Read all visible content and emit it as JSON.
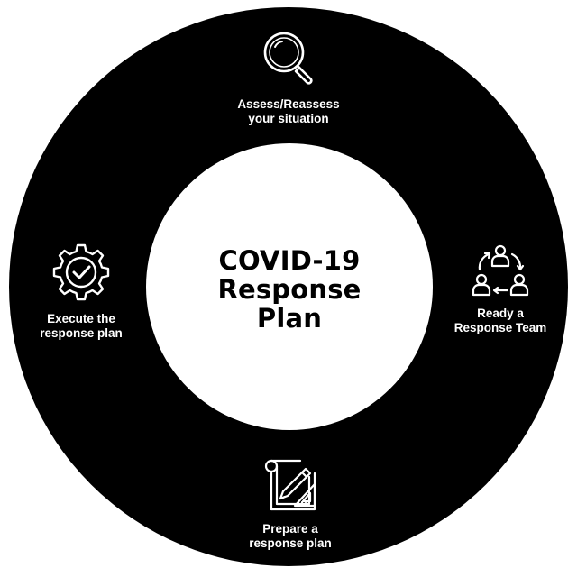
{
  "center": {
    "line1": "COVID-19",
    "line2": "Response",
    "line3": "Plan"
  },
  "steps": {
    "assess": {
      "icon": "magnifier-icon",
      "line1": "Assess/Reassess",
      "line2": "your situation"
    },
    "ready": {
      "icon": "team-cycle-icon",
      "line1": "Ready a",
      "line2": "Response Team"
    },
    "prepare": {
      "icon": "blueprint-pencil-icon",
      "line1": "Prepare a",
      "line2": "response plan"
    },
    "execute": {
      "icon": "gear-check-icon",
      "line1": "Execute the",
      "line2": "response plan"
    }
  },
  "colors": {
    "ring": "#000000",
    "center": "#ffffff",
    "text_on_ring": "#ffffff",
    "center_text": "#000000"
  }
}
